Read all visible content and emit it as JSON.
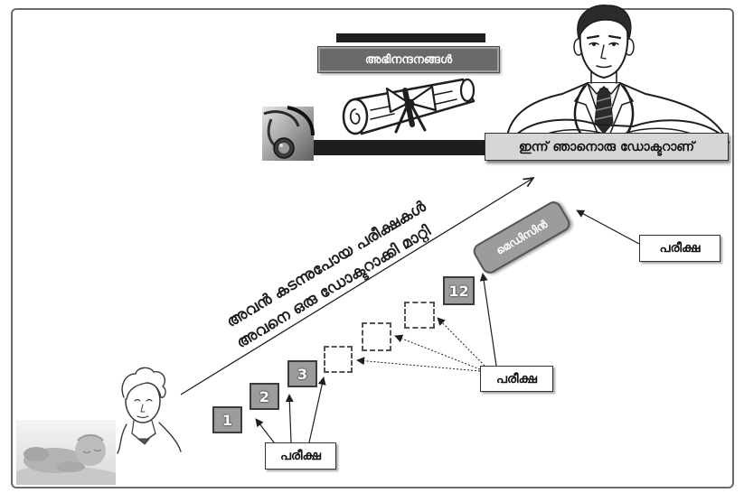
{
  "congrats_banner": {
    "label": "അഭിനന്ദനങ്ങൾ"
  },
  "doctor_caption": {
    "label": "ഇന്ന് ഞാനൊരു ഡോക്ടറാണ്"
  },
  "journey_text": {
    "line1": "അവൻ കടന്നുപോയ പരീക്ഷകൾ",
    "line2": "അവനെ ഒരു ഡോക്ടറാക്കി മാറ്റി"
  },
  "steps": [
    {
      "label": "1",
      "style": "filled"
    },
    {
      "label": "2",
      "style": "filled"
    },
    {
      "label": "3",
      "style": "filled"
    },
    {
      "style": "dashed"
    },
    {
      "style": "dashed"
    },
    {
      "style": "dashed"
    },
    {
      "label": "12",
      "style": "filled"
    }
  ],
  "goal": {
    "label": "മെഡിസിൻ"
  },
  "exam_labels": [
    {
      "label": "പരീക്ഷ"
    },
    {
      "label": "പരീക്ഷ"
    },
    {
      "label": "പരീക്ഷ"
    }
  ],
  "images": [
    "baby-photo",
    "child-sketch",
    "stethoscope-photo",
    "diploma-scroll-illustration",
    "doctor-illustration"
  ],
  "colors": {
    "step_fill": "#9c9c9c",
    "banner_fill": "#6a6a6a",
    "caption_fill": "#d6d6d6",
    "ink": "#1e1e1e"
  }
}
